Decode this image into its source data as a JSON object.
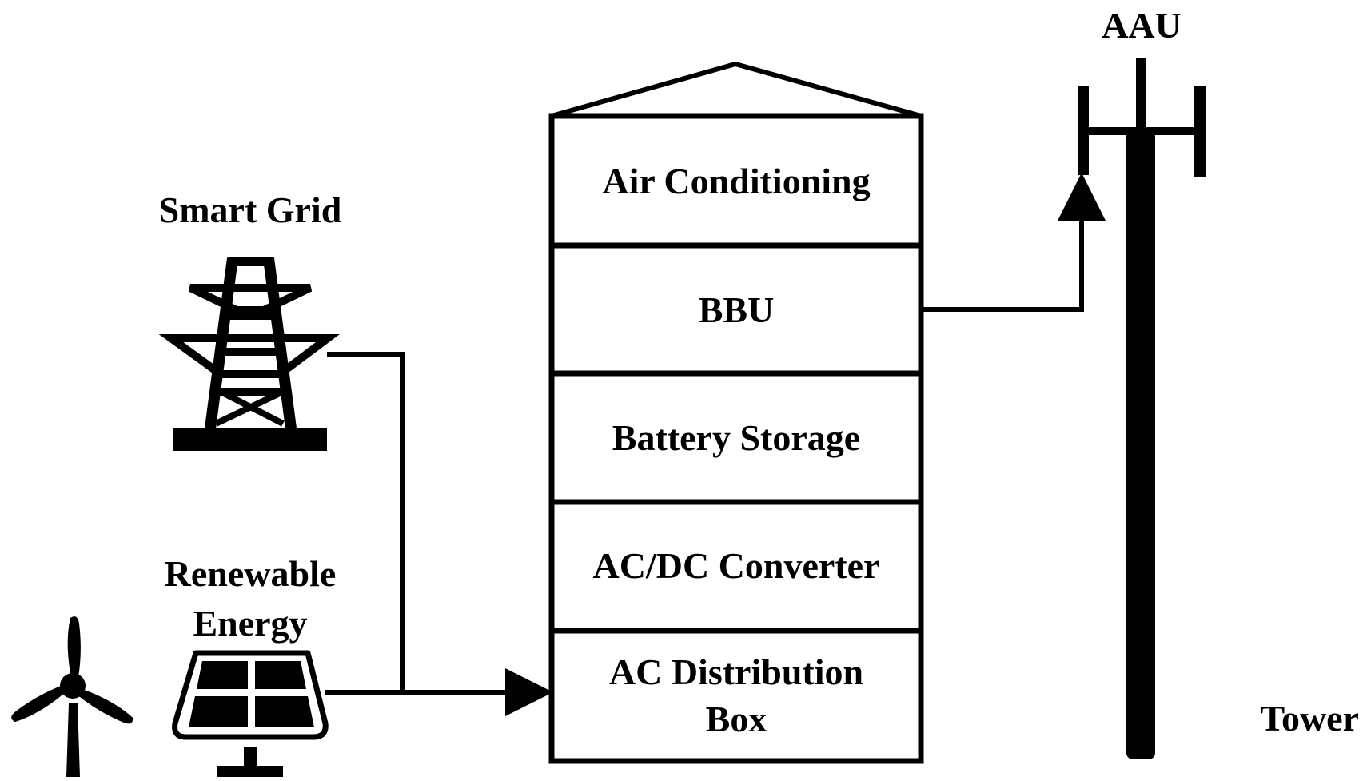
{
  "labels": {
    "aau": "AAU",
    "smart_grid": "Smart Grid",
    "renewable_line1": "Renewable",
    "renewable_line2": "Energy",
    "tower": "Tower"
  },
  "cabinet": {
    "sections": [
      {
        "line1": "Air Conditioning"
      },
      {
        "line1": "BBU"
      },
      {
        "line1": "Battery Storage"
      },
      {
        "line1": "AC/DC Converter"
      },
      {
        "line1": "AC Distribution",
        "line2": "Box"
      }
    ]
  },
  "icons": {
    "grid": "transmission-tower-icon",
    "solar": "solar-panel-icon",
    "wind": "wind-turbine-icon",
    "tower": "antenna-tower-icon"
  },
  "colors": {
    "stroke": "#000000",
    "background": "#ffffff"
  }
}
